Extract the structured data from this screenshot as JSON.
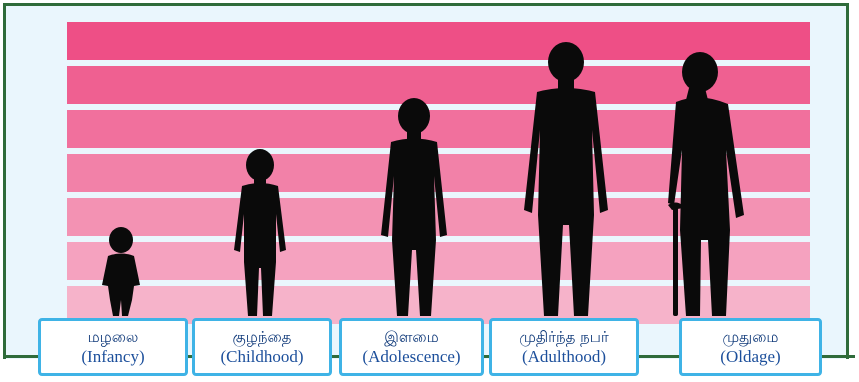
{
  "stages": [
    {
      "tamil": "மழலை",
      "english": "(Infancy)"
    },
    {
      "tamil": "குழந்தை",
      "english": "(Childhood)"
    },
    {
      "tamil": "இளமை",
      "english": "(Adolescence)"
    },
    {
      "tamil": "முதிர்ந்த நபர்",
      "english": "(Adulthood)"
    },
    {
      "tamil": "முதுமை",
      "english": "(Oldage)"
    }
  ],
  "colors": {
    "frame": "#2f6b3a",
    "background": "#eaf6fd",
    "label_border": "#3fb3e6",
    "silhouette": "#0a0a0a",
    "stripe_top": "#ee4f86",
    "stripe_bottom": "#f6b3ca"
  }
}
